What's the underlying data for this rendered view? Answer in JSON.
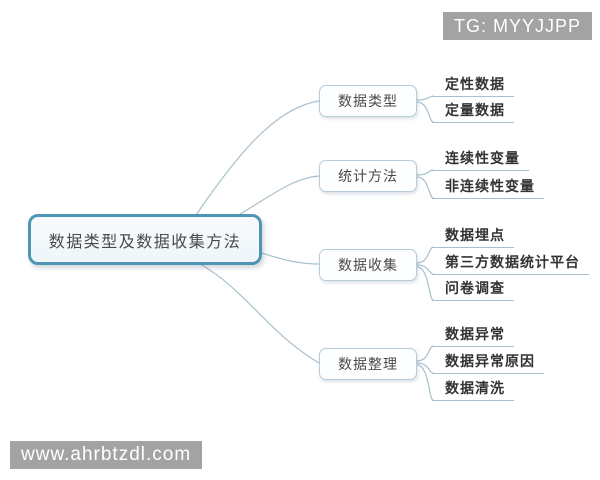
{
  "mindmap": {
    "root": {
      "label": "数据类型及数据收集方法"
    },
    "branches": [
      {
        "label": "数据类型",
        "children": [
          "定性数据",
          "定量数据"
        ]
      },
      {
        "label": "统计方法",
        "children": [
          "连续性变量",
          "非连续性变量"
        ]
      },
      {
        "label": "数据收集",
        "children": [
          "数据埋点",
          "第三方数据统计平台",
          "问卷调查"
        ]
      },
      {
        "label": "数据整理",
        "children": [
          "数据异常",
          "数据异常原因",
          "数据清洗"
        ]
      }
    ]
  },
  "watermark_top": {
    "label": "TG: MYYJJPP"
  },
  "watermark_bottom": {
    "label": "www.ahrbtzdl.com"
  },
  "colors": {
    "root_border": "#4e96b4",
    "root_bg": "#f2f8fb",
    "branch_border": "#b7ccd9",
    "connector_line": "#a8c0cc",
    "watermark_bg": "#a3a3a3",
    "watermark_text": "#ffffff",
    "topic_text": "#4a4a4a",
    "leaf_text": "#333333"
  }
}
